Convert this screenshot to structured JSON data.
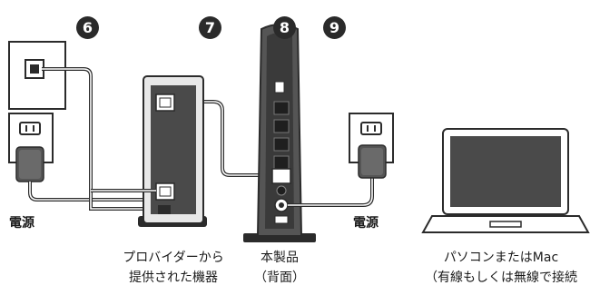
{
  "steps": {
    "step6": "6",
    "step7": "7",
    "step8": "8",
    "step9": "9"
  },
  "labels": {
    "power_left": "電源",
    "power_right": "電源",
    "provider_line1": "プロバイダーから",
    "provider_line2": "提供された機器",
    "router_line1": "本製品",
    "router_line2": "（背面）",
    "pc_line1": "パソコンまたはMac",
    "pc_line2": "（有線もしくは無線で接続"
  },
  "colors": {
    "outline": "#2b2b2b",
    "dark_fill": "#4a4a4a",
    "light_fill": "#e6e6e6",
    "badge": "#2a2a2a"
  }
}
